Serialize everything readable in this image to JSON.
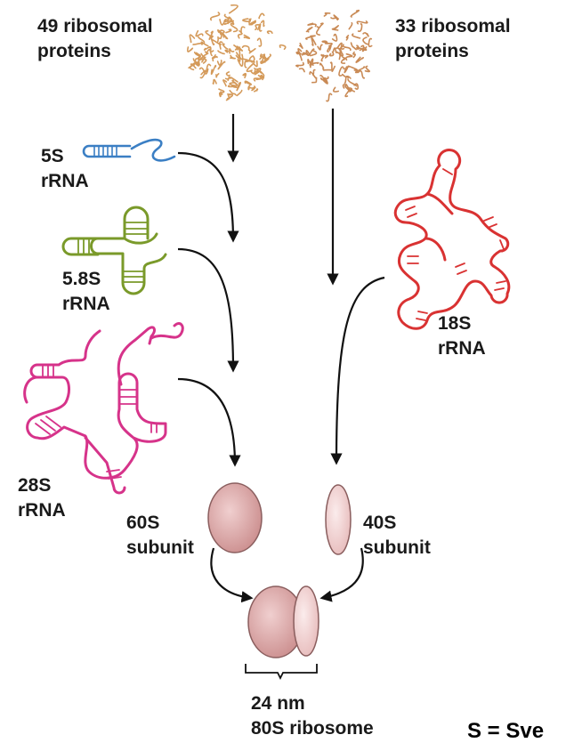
{
  "labels": {
    "proteins_60s": [
      "49 ribosomal",
      "proteins"
    ],
    "proteins_40s": [
      "33 ribosomal",
      "proteins"
    ],
    "rrna_5s": [
      "5S",
      "rRNA"
    ],
    "rrna_58s": [
      "5.8S",
      "rRNA"
    ],
    "rrna_28s": [
      "28S",
      "rRNA"
    ],
    "rrna_18s": [
      "18S",
      "rRNA"
    ],
    "subunit_60s": [
      "60S",
      "subunit"
    ],
    "subunit_40s": [
      "40S",
      "subunit"
    ],
    "ribosome": [
      "24 nm",
      "80S ribosome"
    ]
  },
  "footer_note": "S = Sve",
  "colors": {
    "protein_60s": "#d49a5a",
    "protein_40s": "#c98a55",
    "rrna_5s": "#3b7fc4",
    "rrna_58s": "#7a9a2a",
    "rrna_28s": "#d6338a",
    "rrna_18s": "#d93232",
    "subunit_fill": "#dba6a6",
    "subunit_light": "#f0d3d3",
    "arrow": "#111111"
  }
}
